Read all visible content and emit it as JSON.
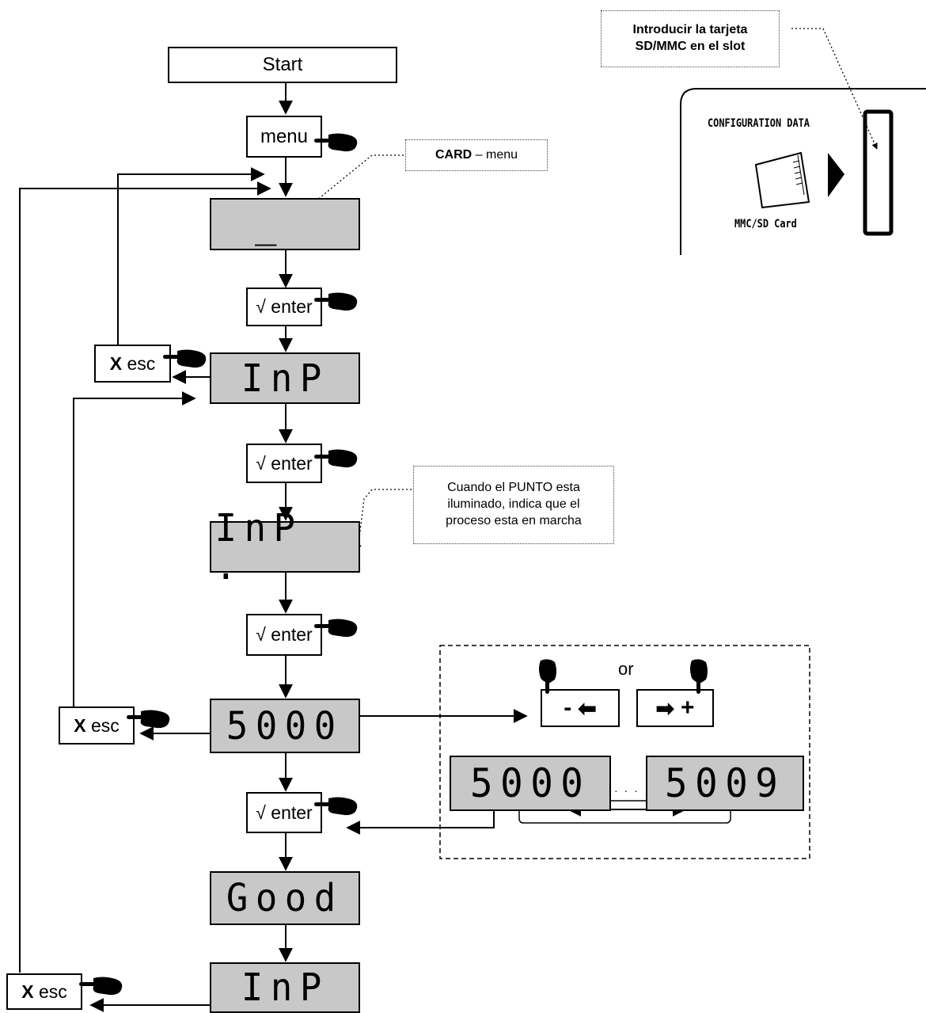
{
  "flow": {
    "start": "Start",
    "menu": "menu",
    "enter_label": "√ enter",
    "esc_x": "X",
    "esc_label": "esc"
  },
  "notes": {
    "card_bold": "CARD",
    "card_rest": "– menu",
    "insert_card": "Introducir la tarjeta SD/MMC en el  slot",
    "punto": "Cuando el PUNTO esta iluminado, indica que el proceso esta en marcha"
  },
  "displays": {
    "cursor": "_",
    "inp": "InP",
    "inp_dot": "InP .",
    "s000": "5000",
    "good": "Good",
    "s000_small": "5000",
    "s009_small": "5009",
    "dots": "· · ·"
  },
  "selector": {
    "or": "or",
    "minus": "-",
    "plus": "+"
  },
  "panel": {
    "config": "CONFIGURATION DATA",
    "card": "MMC/SD Card"
  }
}
